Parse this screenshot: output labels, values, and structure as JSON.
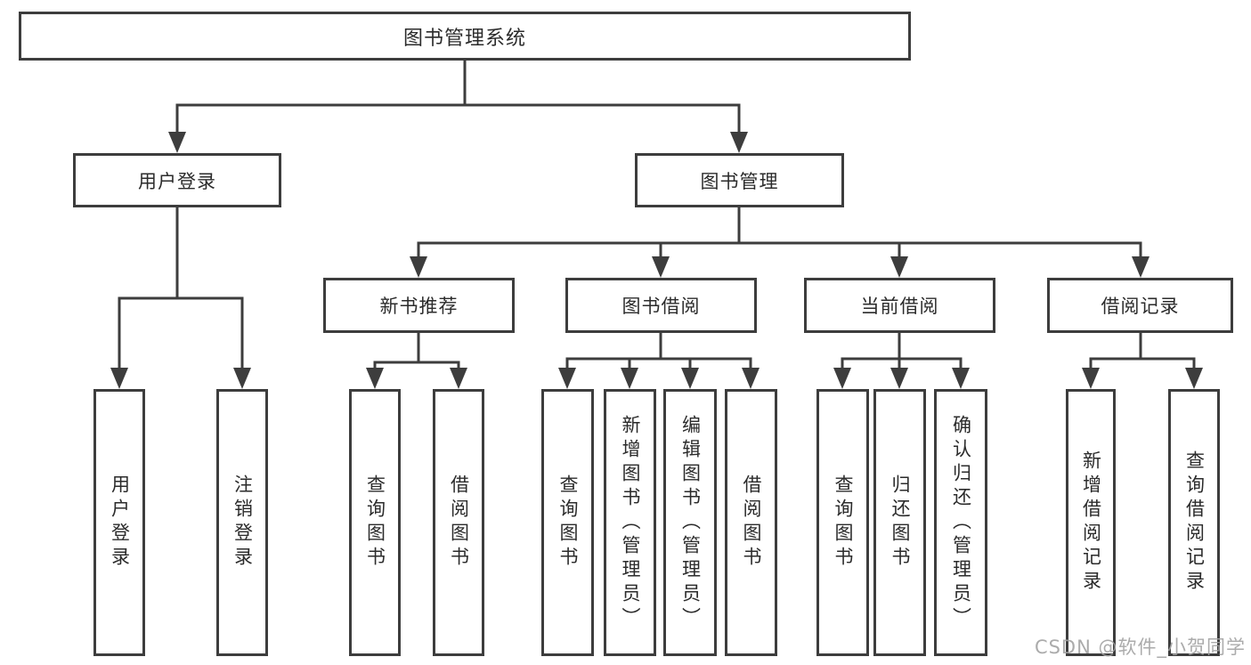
{
  "nodes": {
    "root": "图书管理系统",
    "user_login": "用户登录",
    "book_management": "图书管理",
    "new_book_recommend": "新书推荐",
    "book_borrowing": "图书借阅",
    "current_borrowing": "当前借阅",
    "borrowing_records": "借阅记录",
    "user_login_leaf": "用户登录",
    "logout_leaf": "注销登录",
    "nb_query_books": "查询图书",
    "nb_borrow_books": "借阅图书",
    "bb_query_books": "查询图书",
    "bb_add_book_admin": "新增图书（管理员）",
    "bb_edit_book_admin": "编辑图书（管理员）",
    "bb_borrow_books": "借阅图书",
    "cb_query_books": "查询图书",
    "cb_return_books": "归还图书",
    "cb_confirm_return_admin": "确认归还（管理员）",
    "br_add_record": "新增借阅记录",
    "br_query_record": "查询借阅记录"
  },
  "watermark": "CSDN @软件_小贺同学",
  "colors": {
    "line": "#3d3d3d",
    "text": "#2b2b2b",
    "watermark": "#a3a3a3",
    "background": "#ffffff"
  }
}
